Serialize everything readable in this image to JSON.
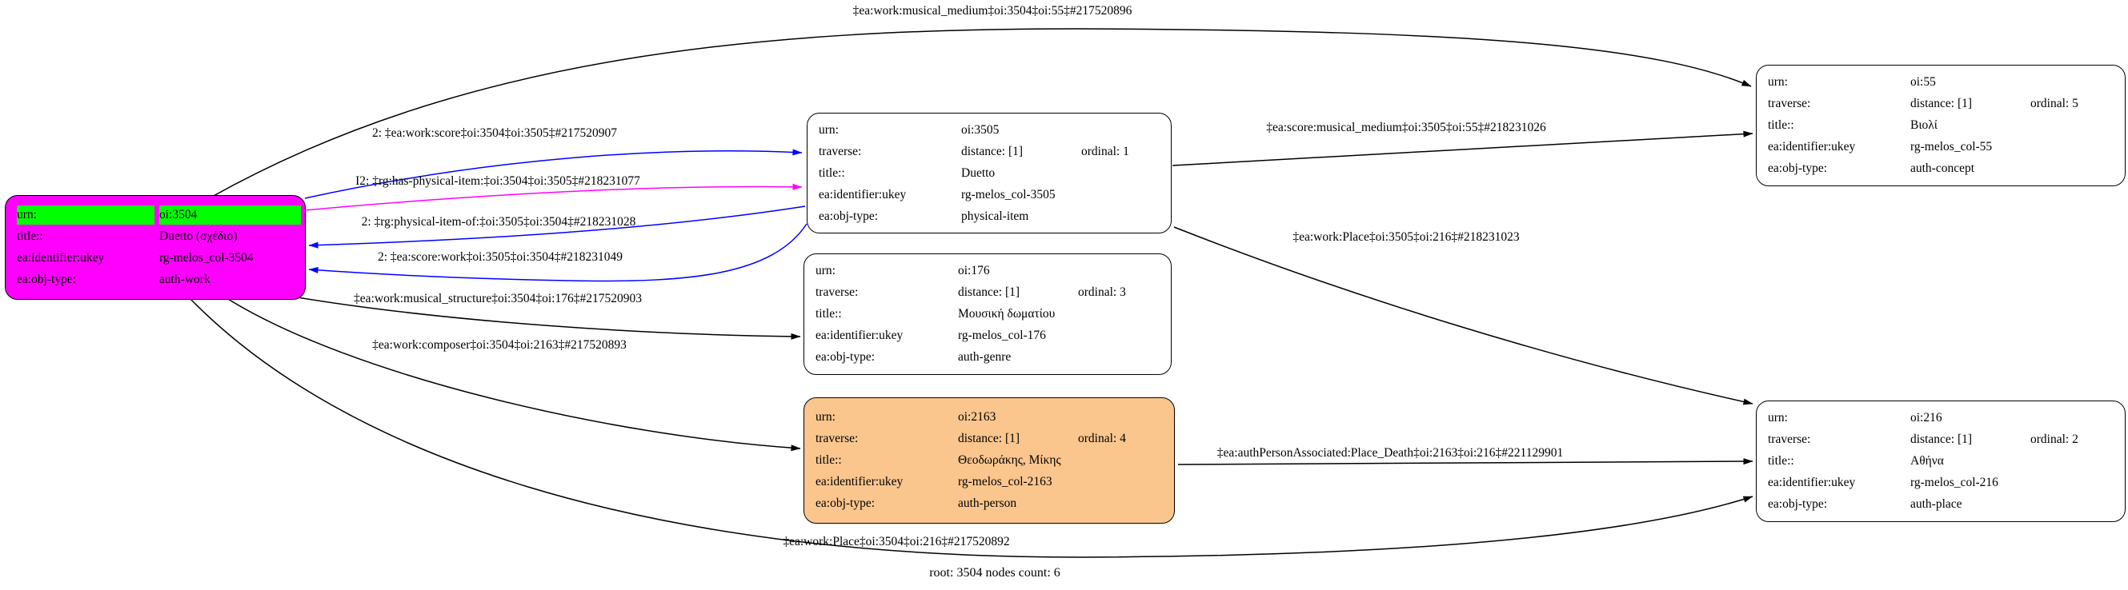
{
  "caption": "root: 3504 nodes count: 6",
  "colors": {
    "root_node_fill": "#FF00FF",
    "root_urn_fill": "#00FF00",
    "person_node_fill": "#FAC68E",
    "plain_node_fill": "#FFFFFF",
    "edge_black": "#000000",
    "edge_blue": "#0000FF",
    "edge_magenta": "#FF00FF"
  },
  "nodes": {
    "n3504": {
      "urn_label": "urn:",
      "urn": "oi:3504",
      "title_label": "title::",
      "title": "Duetto (σχέδιο)",
      "ukey_label": "ea:identifier:ukey",
      "ukey": "rg-melos_col-3504",
      "obj_label": "ea:obj-type:",
      "obj": "auth-work"
    },
    "n3505": {
      "urn_label": "urn:",
      "urn": "oi:3505",
      "trav_label": "traverse:",
      "distance": "distance: [1]",
      "ordinal": "ordinal: 1",
      "title_label": "title::",
      "title": "Duetto",
      "ukey_label": "ea:identifier:ukey",
      "ukey": "rg-melos_col-3505",
      "obj_label": "ea:obj-type:",
      "obj": "physical-item"
    },
    "n176": {
      "urn_label": "urn:",
      "urn": "oi:176",
      "trav_label": "traverse:",
      "distance": "distance: [1]",
      "ordinal": "ordinal: 3",
      "title_label": "title::",
      "title": "Μουσική δωματίου",
      "ukey_label": "ea:identifier:ukey",
      "ukey": "rg-melos_col-176",
      "obj_label": "ea:obj-type:",
      "obj": "auth-genre"
    },
    "n2163": {
      "urn_label": "urn:",
      "urn": "oi:2163",
      "trav_label": "traverse:",
      "distance": "distance: [1]",
      "ordinal": "ordinal: 4",
      "title_label": "title::",
      "title": "Θεοδωράκης, Μίκης",
      "ukey_label": "ea:identifier:ukey",
      "ukey": "rg-melos_col-2163",
      "obj_label": "ea:obj-type:",
      "obj": "auth-person"
    },
    "n55": {
      "urn_label": "urn:",
      "urn": "oi:55",
      "trav_label": "traverse:",
      "distance": "distance: [1]",
      "ordinal": "ordinal: 5",
      "title_label": "title::",
      "title": "Βιολί",
      "ukey_label": "ea:identifier:ukey",
      "ukey": "rg-melos_col-55",
      "obj_label": "ea:obj-type:",
      "obj": "auth-concept"
    },
    "n216": {
      "urn_label": "urn:",
      "urn": "oi:216",
      "trav_label": "traverse:",
      "distance": "distance: [1]",
      "ordinal": "ordinal: 2",
      "title_label": "title::",
      "title": "Αθήνα",
      "ukey_label": "ea:identifier:ukey",
      "ukey": "rg-melos_col-216",
      "obj_label": "ea:obj-type:",
      "obj": "auth-place"
    }
  },
  "edges": {
    "musical_medium_3504_55": "‡ea:work:musical_medium‡oi:3504‡oi:55‡#217520896",
    "score_3504_3505": "2: ‡ea:work:score‡oi:3504‡oi:3505‡#217520907",
    "has_physical_item_3504_3505": "I2: ‡rg:has-physical-item:‡oi:3504‡oi:3505‡#218231077",
    "physical_item_of_3505_3504": "2: ‡rg:physical-item-of:‡oi:3505‡oi:3504‡#218231028",
    "score_work_3505_3504": "2: ‡ea:score:work‡oi:3505‡oi:3504‡#218231049",
    "musical_structure_3504_176": "‡ea:work:musical_structure‡oi:3504‡oi:176‡#217520903",
    "composer_3504_2163": "‡ea:work:composer‡oi:3504‡oi:2163‡#217520893",
    "score_musical_medium_3505_55": "‡ea:score:musical_medium‡oi:3505‡oi:55‡#218231026",
    "work_place_3505_216": "‡ea:work:Place‡oi:3505‡oi:216‡#218231023",
    "place_death_2163_216": "‡ea:authPersonAssociated:Place_Death‡oi:2163‡oi:216‡#221129901",
    "work_place_3504_216": "‡ea:work:Place‡oi:3504‡oi:216‡#217520892"
  }
}
